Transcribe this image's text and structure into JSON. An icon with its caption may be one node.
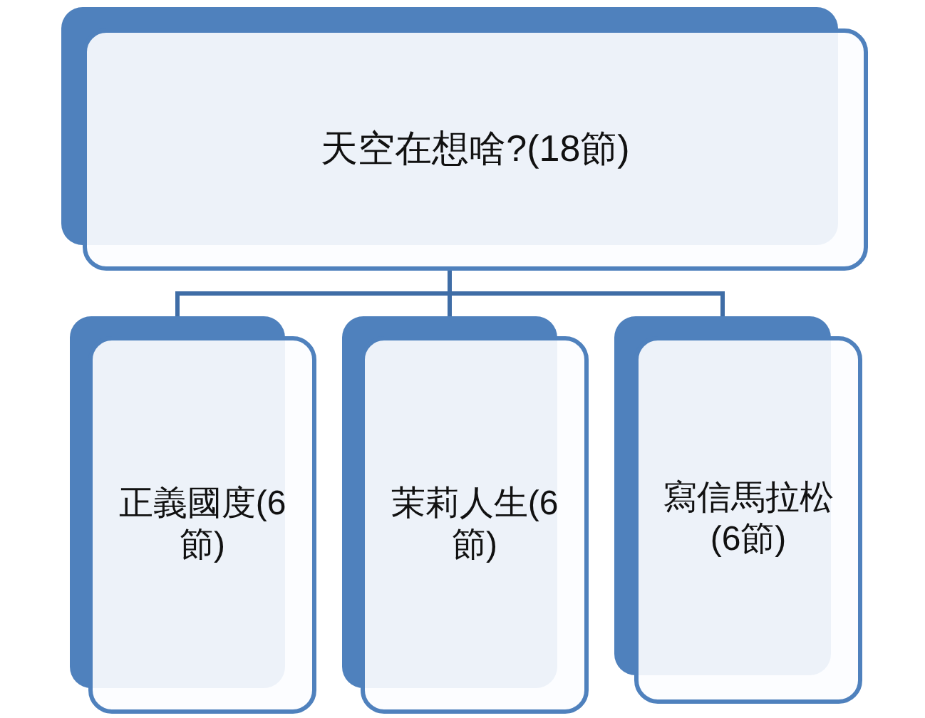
{
  "diagram": {
    "nodes": [
      {
        "text": [
          "天空在想啥?(18節)"
        ]
      },
      {
        "text": [
          "正義國度(6節)"
        ]
      },
      {
        "text": [
          "茉莉人生(6節)"
        ]
      },
      {
        "text": [
          "寫信馬拉松(6節)"
        ]
      }
    ],
    "edges": [
      {
        "from": 0,
        "to": 1,
        "arrow": "none"
      },
      {
        "from": 0,
        "to": 2,
        "arrow": "none"
      },
      {
        "from": 0,
        "to": 3,
        "arrow": "none"
      }
    ]
  }
}
